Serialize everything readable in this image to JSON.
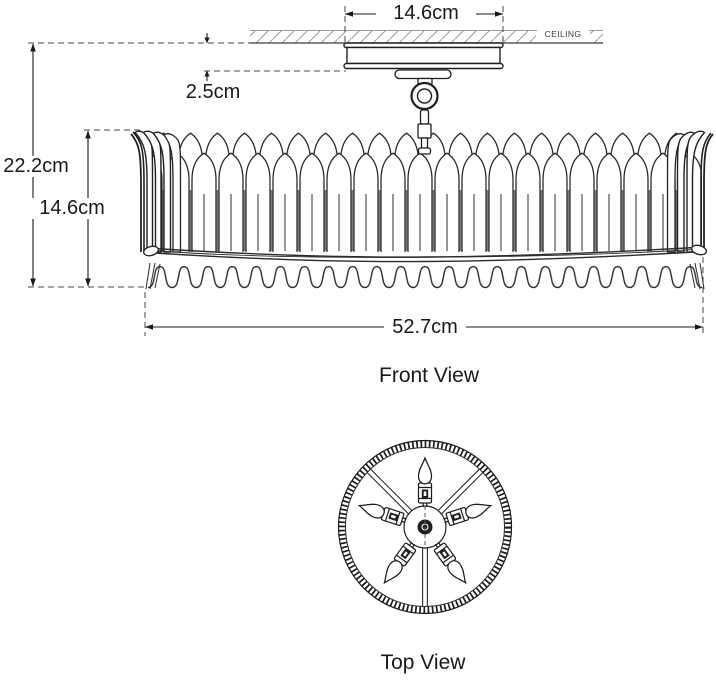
{
  "front_view": {
    "label": "Front View",
    "ceiling_label": "CEILING",
    "dimensions": {
      "canopy_width": "14.6cm",
      "canopy_height": "2.5cm",
      "overall_height": "22.2cm",
      "shade_height": "14.6cm",
      "overall_width": "52.7cm"
    }
  },
  "top_view": {
    "label": "Top View",
    "arm_count": 5,
    "support_rod_count": 3
  },
  "colors": {
    "line": "#2b2b2b",
    "dash": "#4a4a4a",
    "stem": "#7a7a7a",
    "hatch": "#9a9a9a",
    "text": "#1a1a1a",
    "background": "#ffffff"
  }
}
